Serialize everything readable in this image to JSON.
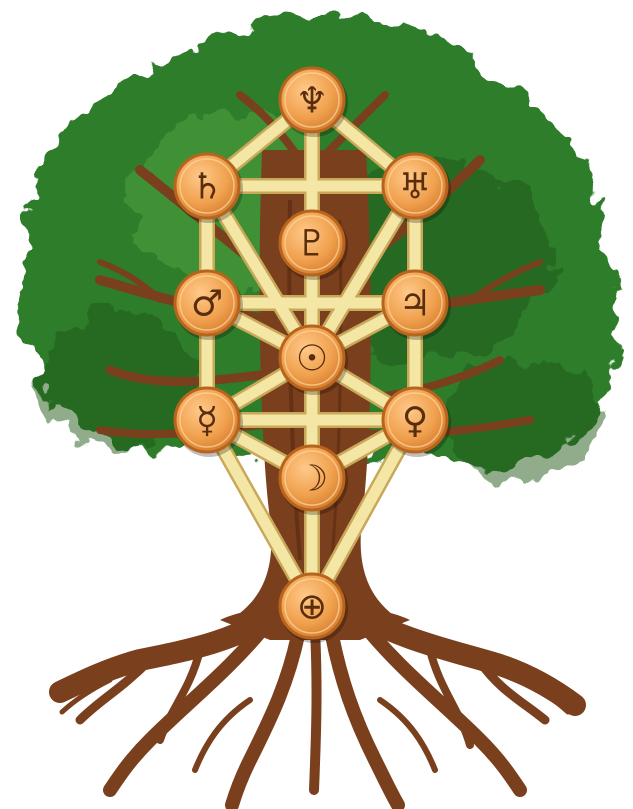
{
  "diagram": {
    "colors": {
      "foliage": "#2f7d2c",
      "foliage_dark": "#1d5a1c",
      "foliage_light": "#4c9e3e",
      "trunk": "#7a3f1c",
      "trunk_dark": "#4e2410",
      "path": "#f4e7a6",
      "path_edge": "#c9a85a",
      "node": "#f0a14e",
      "node_edge": "#b8641e",
      "glyph": "#5a2e0c"
    },
    "nodes": [
      {
        "id": "neptune",
        "glyph": "♆"
      },
      {
        "id": "saturn",
        "glyph": "♄"
      },
      {
        "id": "uranus",
        "glyph": "♅"
      },
      {
        "id": "pluto",
        "glyph": "♇"
      },
      {
        "id": "mars",
        "glyph": "♂"
      },
      {
        "id": "jupiter",
        "glyph": "♃"
      },
      {
        "id": "sun",
        "glyph": "☉"
      },
      {
        "id": "mercury",
        "glyph": "☿"
      },
      {
        "id": "venus",
        "glyph": "♀"
      },
      {
        "id": "moon",
        "glyph": "☽"
      },
      {
        "id": "earth",
        "glyph": "⊕"
      }
    ],
    "paths": [
      [
        "neptune",
        "saturn"
      ],
      [
        "neptune",
        "uranus"
      ],
      [
        "neptune",
        "sun"
      ],
      [
        "saturn",
        "uranus"
      ],
      [
        "saturn",
        "mars"
      ],
      [
        "saturn",
        "sun"
      ],
      [
        "uranus",
        "jupiter"
      ],
      [
        "uranus",
        "sun"
      ],
      [
        "mars",
        "jupiter"
      ],
      [
        "mars",
        "sun"
      ],
      [
        "mars",
        "mercury"
      ],
      [
        "jupiter",
        "sun"
      ],
      [
        "jupiter",
        "venus"
      ],
      [
        "sun",
        "mercury"
      ],
      [
        "sun",
        "venus"
      ],
      [
        "sun",
        "moon"
      ],
      [
        "mercury",
        "venus"
      ],
      [
        "mercury",
        "moon"
      ],
      [
        "mercury",
        "earth"
      ],
      [
        "venus",
        "moon"
      ],
      [
        "venus",
        "earth"
      ],
      [
        "moon",
        "earth"
      ]
    ]
  }
}
